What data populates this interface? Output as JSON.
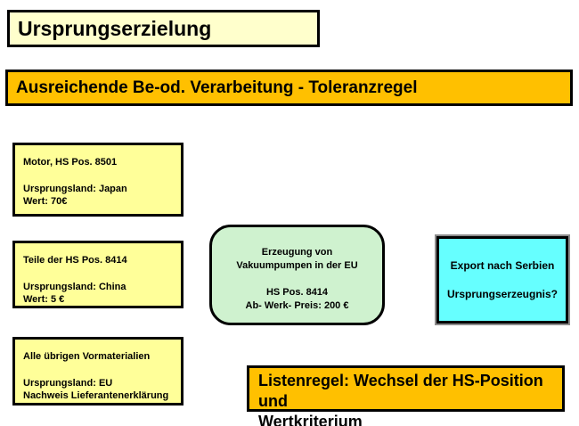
{
  "slide": {
    "title_box": {
      "label": "Ursprungserzielung"
    },
    "header_box": {
      "label": "Ausreichende Be-od. Verarbeitung - Toleranzregel"
    },
    "material_boxes": [
      {
        "title": "Motor, HS Pos. 8501",
        "origin": "Ursprungsland: Japan",
        "detail": "Wert: 70€"
      },
      {
        "title": "Teile der HS Pos. 8414",
        "origin": "Ursprungsland: China",
        "detail": "Wert: 5 €"
      },
      {
        "title": "Alle übrigen Vormaterialien",
        "origin": "Ursprungsland: EU",
        "detail": "Nachweis Lieferantenerklärung"
      }
    ],
    "process_box": {
      "line1": "Erzeugung von",
      "line2": "Vakuumpumpen in der EU",
      "line3": "HS Pos. 8414",
      "line4": "Ab- Werk- Preis: 200 €"
    },
    "export_box": {
      "line1": "Export nach Serbien",
      "line2": "Ursprungserzeugnis?"
    },
    "rule_box": {
      "line1": "Listenregel: Wechsel der HS-Position und",
      "line2": "Wertkriterium"
    },
    "colors": {
      "title_fill": "#FFFFCC",
      "header_fill": "#FFC000",
      "material_fill": "#FFFF99",
      "process_fill": "#CFF2CF",
      "export_fill": "#66FFFF",
      "export_frame": "#8C8C8C",
      "rule_fill": "#FFC000",
      "border": "#000000",
      "text": "#000000",
      "background": "#FFFFFF"
    }
  }
}
